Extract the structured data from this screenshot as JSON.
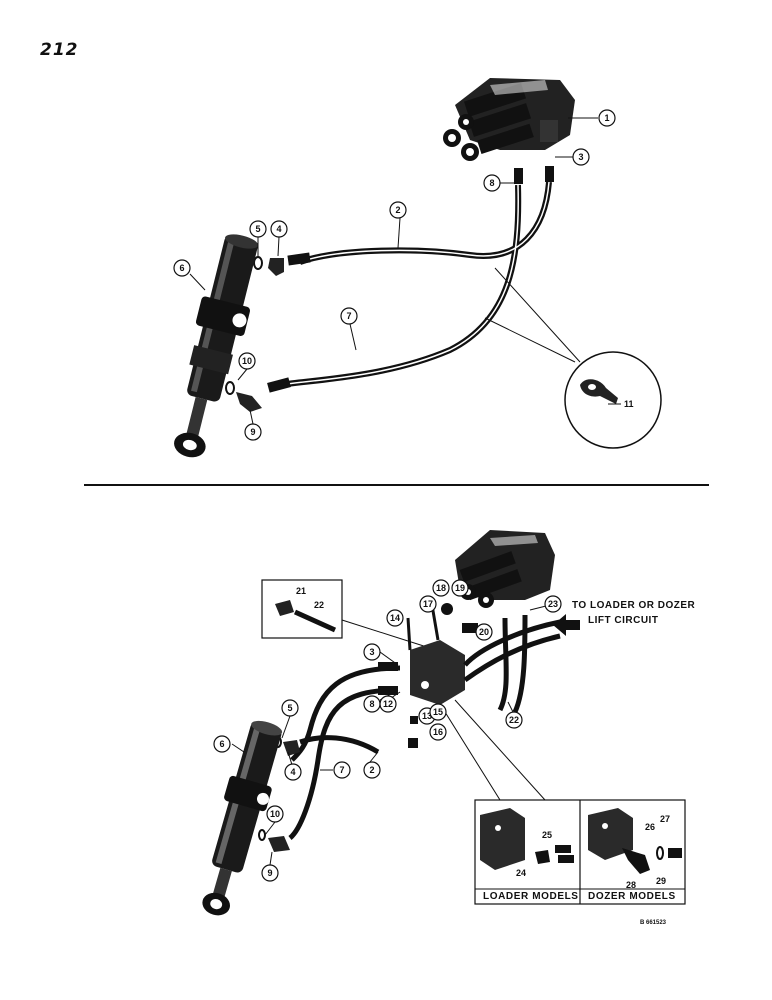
{
  "page_number": "212",
  "figure_reference": "B 661523",
  "top_figure": {
    "callouts": [
      "1",
      "2",
      "3",
      "4",
      "5",
      "6",
      "7",
      "8",
      "9",
      "10",
      "11"
    ]
  },
  "bottom_figure": {
    "callouts": [
      "2",
      "3",
      "4",
      "5",
      "6",
      "7",
      "8",
      "9",
      "10",
      "12",
      "13",
      "14",
      "15",
      "16",
      "17",
      "18",
      "19",
      "20",
      "21",
      "22",
      "22",
      "23",
      "24",
      "25",
      "26",
      "27",
      "28",
      "29"
    ],
    "note_line1": "TO LOADER OR DOZER",
    "note_line2": "LIFT CIRCUIT",
    "inset_left_caption": "LOADER MODELS",
    "inset_right_caption": "DOZER MODELS"
  },
  "colors": {
    "ink": "#111111",
    "paper": "#ffffff"
  }
}
